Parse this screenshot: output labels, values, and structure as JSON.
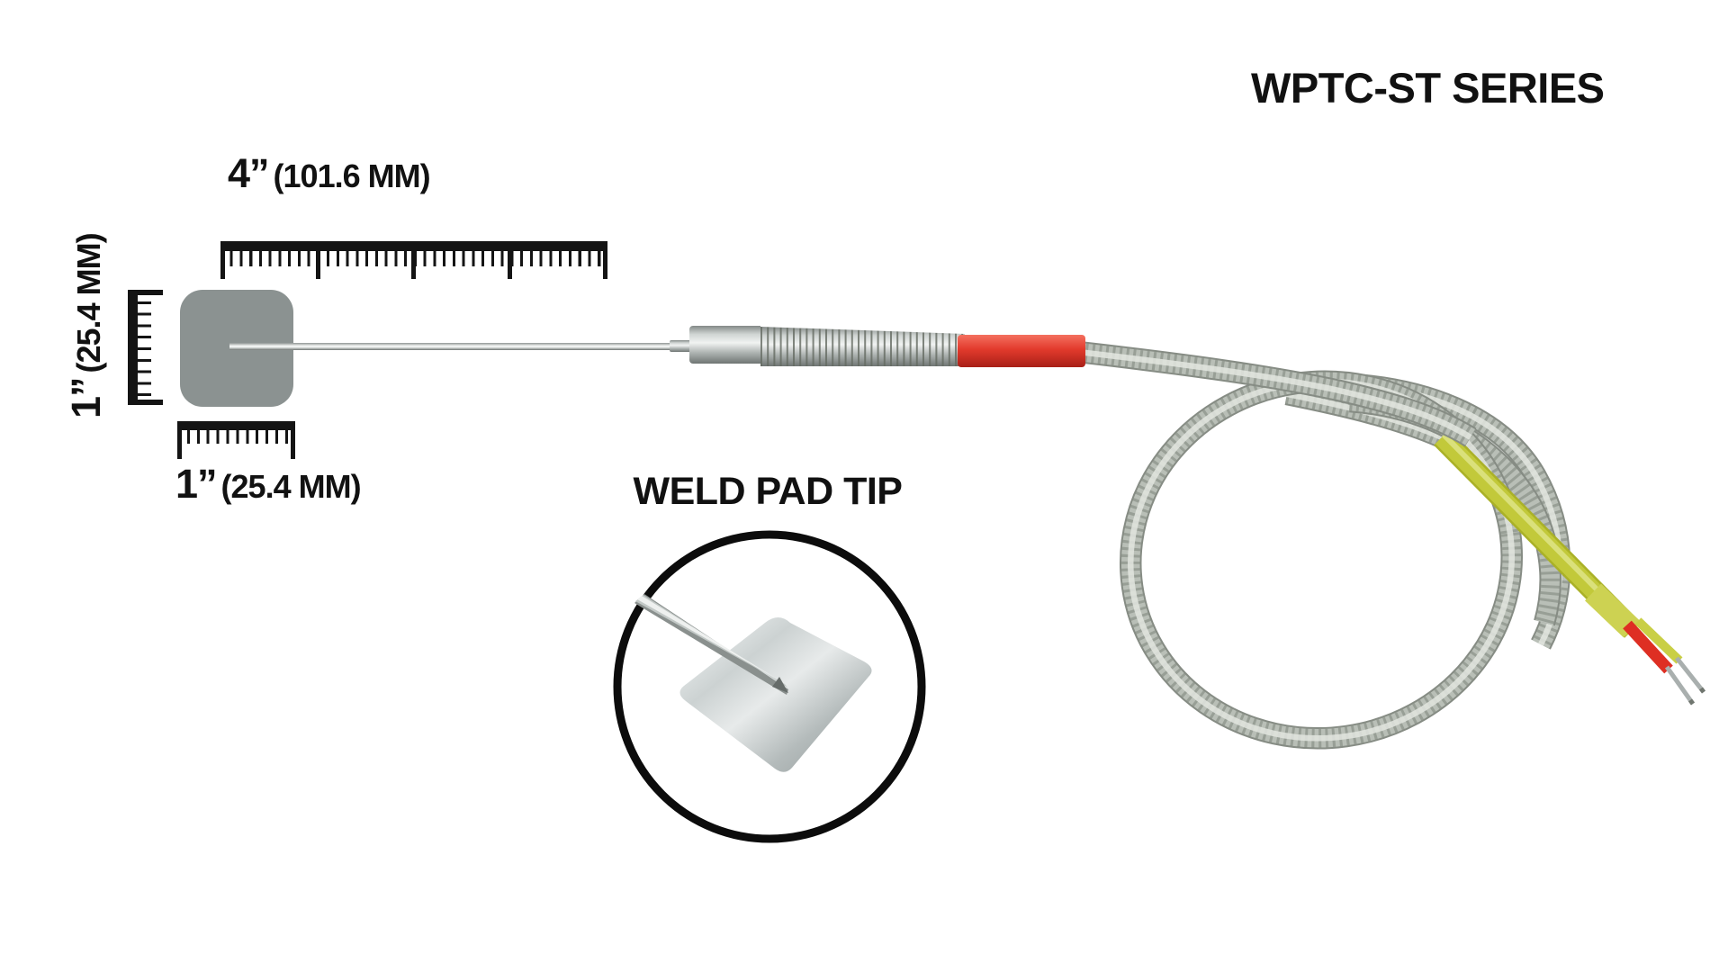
{
  "title": "WPTC-ST SERIES",
  "dimensions": {
    "probe_length": {
      "value": "4”",
      "metric": "(101.6 MM)"
    },
    "pad_width": {
      "value": "1”",
      "metric": "(25.4 MM)"
    },
    "pad_height": {
      "value": "1”",
      "metric": "(25.4 MM)"
    }
  },
  "inset": {
    "label": "WELD PAD TIP"
  },
  "colors": {
    "text": "#111111",
    "pad_gray": "#8B9291",
    "metal_silver": "#C9CECC",
    "cable_braid": "#B9BFB7",
    "sleeve_red": "#E23A2C",
    "lead_yellow": "#C2C93A",
    "wire_red": "#DE2F23",
    "bare_wire": "#A9AFAE"
  }
}
